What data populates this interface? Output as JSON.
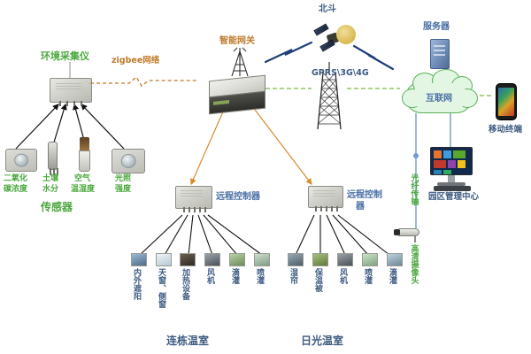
{
  "diagram": {
    "title": "Smart Greenhouse IoT Architecture",
    "colors": {
      "green": "#4aa83d",
      "blue": "#4a6fa5",
      "steel": "#3d5a80",
      "orange": "#c07a2a",
      "cloud_fill": "#e3f6e3",
      "cloud_stroke": "#57b157"
    }
  },
  "labels": {
    "env_collector": "环境采集仪",
    "zigbee_network": "zigbee网络",
    "smart_gateway": "智能网关",
    "beidou": "北斗",
    "gprs_3g_4g": "GPRS\\3G\\4G",
    "server": "服务器",
    "internet": "互联网",
    "mobile_terminal": "移动终端",
    "park_management_center": "园区管理中心",
    "fiber_transmission": "光纤传输",
    "hd_camera": "高清摄像头",
    "sensors_group": "传感器",
    "remote_controller_left": "远程控制器",
    "remote_controller_right_line1": "远程控制",
    "remote_controller_right_line2": "器",
    "section_left": "连栋温室",
    "section_right": "日光温室"
  },
  "sensors": [
    {
      "name": "co2-sensor",
      "label_line1": "二氧化",
      "label_line2": "碳浓度"
    },
    {
      "name": "soil-moisture-sensor",
      "label_line1": "土壤",
      "label_line2": "水分"
    },
    {
      "name": "air-temp-humidity-sensor",
      "label_line1": "空气",
      "label_line2": "温湿度"
    },
    {
      "name": "light-intensity-sensor",
      "label_line1": "光照",
      "label_line2": "强度"
    }
  ],
  "greenhouse_left": {
    "caption": "连栋温室",
    "devices": [
      {
        "name": "inner-outer-shading",
        "label": "内外遮阳"
      },
      {
        "name": "skylight-side-window",
        "label": "天窗、侧窗"
      },
      {
        "name": "heating-equipment",
        "label": "加热设备"
      },
      {
        "name": "fan",
        "label": "风机"
      },
      {
        "name": "drip-irrigation",
        "label": "滴灌"
      },
      {
        "name": "sprinkler-irrigation",
        "label": "喷灌"
      }
    ]
  },
  "greenhouse_right": {
    "caption": "日光温室",
    "devices": [
      {
        "name": "wet-curtain",
        "label": "湿帘"
      },
      {
        "name": "insulation-blanket",
        "label": "保温被"
      },
      {
        "name": "fan",
        "label": "风机"
      },
      {
        "name": "sprinkler-irrigation",
        "label": "喷灌"
      },
      {
        "name": "drip-irrigation",
        "label": "滴灌"
      }
    ]
  }
}
